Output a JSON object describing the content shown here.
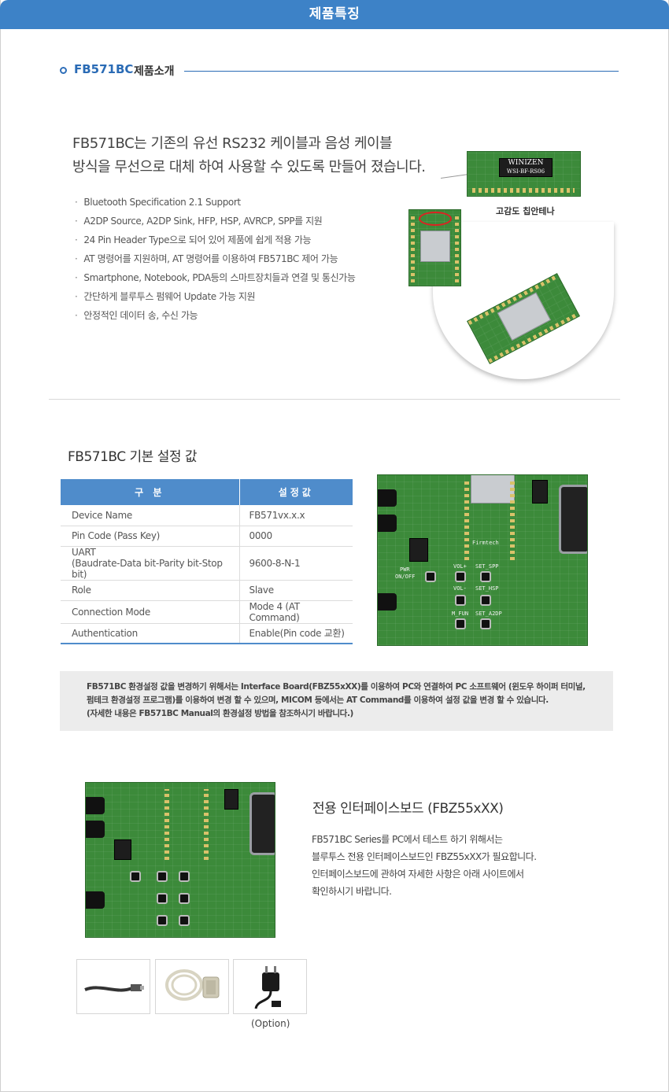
{
  "header": {
    "title": "제품특징"
  },
  "intro": {
    "model": "FB571BC",
    "section_label": "제품소개",
    "headline_line1": "FB571BC는 기존의 유선 RS232 케이블과 음성 케이블",
    "headline_line2": "방식을 무선으로 대체 하여 사용할 수 있도록 만들어 졌습니다.",
    "features": [
      "Bluetooth Specification 2.1 Support",
      "A2DP Source, A2DP Sink, HFP, HSP, AVRCP, SPP를 지원",
      "24 Pin Header Type으로 되어 있어 제품에 쉽게 적용 가능",
      "AT 명령어를 지원하며, AT 명령어를 이용하여 FB571BC 제어 가능",
      "Smartphone, Notebook, PDA등의 스마트장치들과 연결 및 통신가능",
      "간단하게 블루투스 펌웨어 Update 가능 지원",
      "안정적인 데이터 송, 수신 가능"
    ],
    "antenna_label": "고감도 칩안테나",
    "chip_marking": "WINIZEN",
    "chip_sub_marking": "WSI-BF-RS06"
  },
  "settings": {
    "title": "FB571BC 기본 설정 값",
    "col_category": "구 분",
    "col_value": "설정값",
    "rows": [
      {
        "name": "Device Name",
        "name2": "",
        "value": "FB571vx.x.x"
      },
      {
        "name": "Pin Code (Pass Key)",
        "name2": "",
        "value": "0000"
      },
      {
        "name": "UART",
        "name2": "(Baudrate-Data bit-Parity bit-Stop bit)",
        "value": "9600-8-N-1"
      },
      {
        "name": "Role",
        "name2": "",
        "value": "Slave"
      },
      {
        "name": "Connection Mode",
        "name2": "",
        "value": "Mode 4 (AT Command)"
      },
      {
        "name": "Authentication",
        "name2": "",
        "value": "Enable(Pin code 교환)"
      }
    ]
  },
  "note": {
    "line1": "FB571BC 환경설정 값을 변경하기 위해서는 Interface Board(FBZ55xXX)를 이용하여 PC와 연결하여 PC 소프트웨어 (윈도우 하이퍼 터미널,",
    "line2": "펌테크 환경설정 프로그램)를 이용하여 변경 할 수 있으며, MICOM 등에서는 AT Command를 이용하여 설정 값을 변경 할 수 있습니다.",
    "line3": "(자세한 내용은 FB571BC Manual의 환경설정 방법을 참조하시기 바랍니다.)"
  },
  "board": {
    "title": "전용 인터페이스보드 (FBZ55xXX)",
    "desc": [
      "FB571BC Series를 PC에서 테스트 하기 위해서는",
      "블루투스 전용 인터페이스보드인 FBZ55xXX가 필요합니다.",
      "인터페이스보드에 관하여 자세한 사항은 아래 사이트에서",
      "확인하시기 바랍니다."
    ],
    "silk": {
      "brand": "Firmtech",
      "pwr": "PWR",
      "onoff": "ON/OFF",
      "vol_up": "VOL+",
      "vol_down": "VOL-",
      "set_spp": "SET_SPP",
      "set_hsp": "SET_HSP",
      "m_fun": "M_FUN",
      "set_a2dp": "SET_A2DP"
    },
    "option_label": "(Option)"
  },
  "colors": {
    "header_bar": "#3d82c7",
    "accent": "#2a6bb5",
    "table_header": "#4f8ccb",
    "note_bg": "#ececec",
    "pcb": "#3c8a3a"
  },
  "icons": [
    "usb-cable-icon",
    "serial-cable-icon",
    "power-adapter-icon"
  ]
}
